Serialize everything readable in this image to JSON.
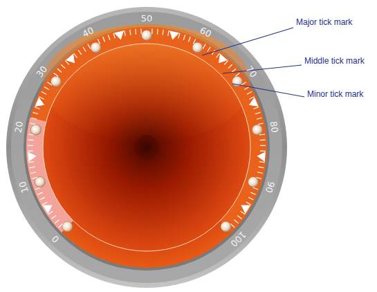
{
  "diagram": {
    "labels": [
      "0",
      "10",
      "20",
      "30",
      "40",
      "50",
      "60",
      "70",
      "80",
      "90",
      "100",
      "Major tick mark",
      "Middle tick mark",
      "Minor tick mark"
    ]
  }
}
